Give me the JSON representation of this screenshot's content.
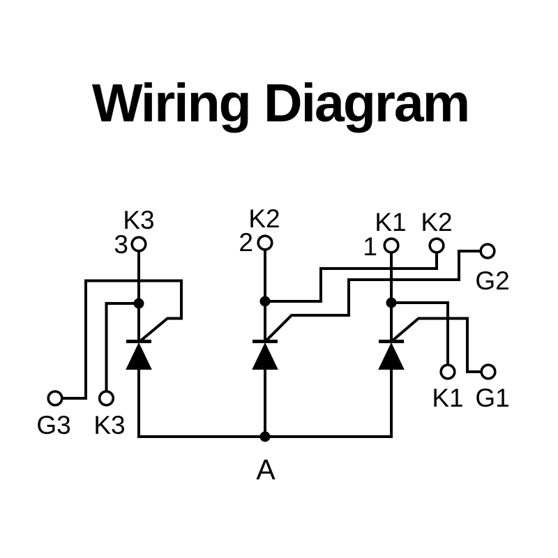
{
  "title": "Wiring Diagram",
  "colors": {
    "line": "#000000",
    "background": "#ffffff",
    "text": "#000000"
  },
  "labels": {
    "k3_top": "K3",
    "pin_3": "3",
    "k2_top": "K2",
    "pin_2": "2",
    "k1_top": "K1",
    "pin_1": "1",
    "k2_right": "K2",
    "g2": "G2",
    "g3": "G3",
    "k3_bottom": "K3",
    "k1_bottom": "K1",
    "g1": "G1",
    "anode": "A"
  }
}
